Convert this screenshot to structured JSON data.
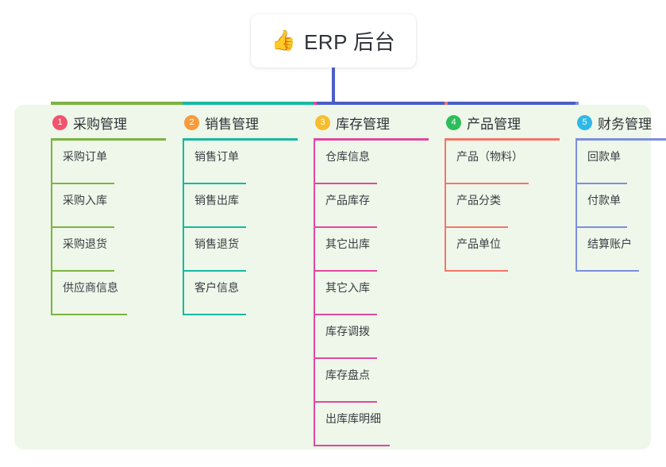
{
  "root": {
    "icon": "thumbs-up-icon",
    "icon_glyph": "👍",
    "title": "ERP 后台"
  },
  "palette": {
    "panel_bg": "#eef7e9",
    "trunk": "#4a5ec7",
    "col1": "#7cb342",
    "col2": "#17b9a0",
    "col3": "#e0489f",
    "col4": "#f4766b",
    "col5": "#7b8fdd",
    "badge1": "#f2536d",
    "badge2": "#f89b3c",
    "badge3": "#f7bd2e",
    "badge4": "#2dbd5a",
    "badge5": "#2eb8e6"
  },
  "columns": [
    {
      "index": "1",
      "title": "采购管理",
      "badge_color": "#f2536d",
      "line_color": "#7cb342",
      "items": [
        "采购订单",
        "采购入库",
        "采购退货",
        "供应商信息"
      ]
    },
    {
      "index": "2",
      "title": "销售管理",
      "badge_color": "#f89b3c",
      "line_color": "#17b9a0",
      "items": [
        "销售订单",
        "销售出库",
        "销售退货",
        "客户信息"
      ]
    },
    {
      "index": "3",
      "title": "库存管理",
      "badge_color": "#f7bd2e",
      "line_color": "#e0489f",
      "items": [
        "仓库信息",
        "产品库存",
        "其它出库",
        "其它入库",
        "库存调拨",
        "库存盘点",
        "出库库明细"
      ]
    },
    {
      "index": "4",
      "title": "产品管理",
      "badge_color": "#2dbd5a",
      "line_color": "#f4766b",
      "items": [
        "产品（物料）",
        "产品分类",
        "产品单位"
      ]
    },
    {
      "index": "5",
      "title": "财务管理",
      "badge_color": "#2eb8e6",
      "line_color": "#7b8fdd",
      "items": [
        "回款单",
        "付款单",
        "结算账户"
      ]
    }
  ]
}
